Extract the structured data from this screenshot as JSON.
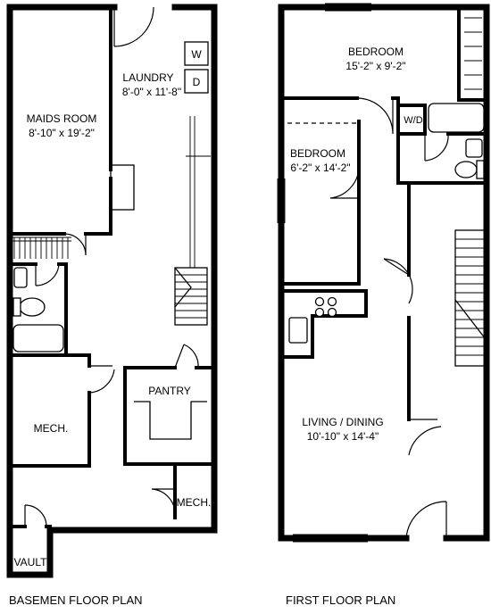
{
  "basement": {
    "title": "BASEMEN FLOOR PLAN",
    "rooms": {
      "maids_room": {
        "name": "MAIDS ROOM",
        "dims": "8'-10\" x 19'-2\""
      },
      "laundry": {
        "name": "LAUNDRY",
        "dims": "8'-0\" x 11'-8\""
      },
      "pantry": {
        "name": "PANTRY"
      },
      "mech_left": {
        "name": "MECH."
      },
      "mech_right": {
        "name": "MECH."
      },
      "vault": {
        "name": "VAULT"
      }
    },
    "appliances": {
      "washer": "W",
      "dryer": "D"
    }
  },
  "first_floor": {
    "title": "FIRST FLOOR PLAN",
    "rooms": {
      "bedroom_main": {
        "name": "BEDROOM",
        "dims": "15'-2\" x 9'-2\""
      },
      "bedroom_small": {
        "name": "BEDROOM",
        "dims": "6'-2\" x 14'-2\""
      },
      "living_dining": {
        "name": "LIVING / DINING",
        "dims": "10'-10\" x 14'-4\""
      }
    },
    "appliances": {
      "washer_dryer": "W/D"
    }
  }
}
